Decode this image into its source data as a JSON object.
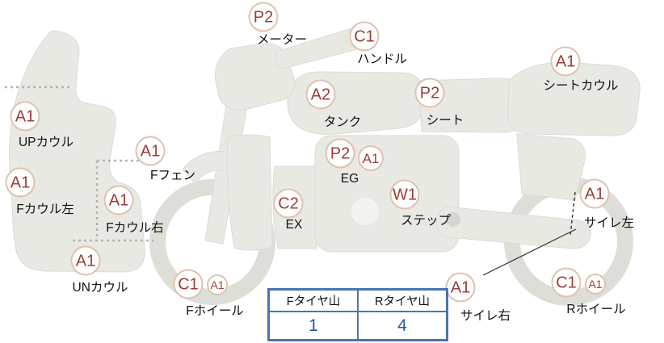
{
  "colors": {
    "code_text": "#9e3c34",
    "circle_border": "#e0c1af",
    "table_border": "#4a74b0",
    "value_text": "#2257a5",
    "body_fill": "#e9e9e4"
  },
  "labels": [
    {
      "part": "meter",
      "codes": [
        "P2"
      ],
      "name": "メーター"
    },
    {
      "part": "handle",
      "codes": [
        "C1"
      ],
      "name": "ハンドル"
    },
    {
      "part": "seat-cowl",
      "codes": [
        "A1"
      ],
      "name": "シートカウル"
    },
    {
      "part": "tank",
      "codes": [
        "A2"
      ],
      "name": "タンク"
    },
    {
      "part": "seat",
      "codes": [
        "P2"
      ],
      "name": "シート"
    },
    {
      "part": "up-cowl",
      "codes": [
        "A1"
      ],
      "name": "UPカウル"
    },
    {
      "part": "f-fender",
      "codes": [
        "A1"
      ],
      "name": "Fフェン"
    },
    {
      "part": "engine",
      "codes": [
        "P2",
        "A1"
      ],
      "name": "EG"
    },
    {
      "part": "f-cowl-left",
      "codes": [
        "A1"
      ],
      "name": "Fカウル左"
    },
    {
      "part": "f-cowl-right",
      "codes": [
        "A1"
      ],
      "name": "Fカウル右"
    },
    {
      "part": "exhaust",
      "codes": [
        "C2"
      ],
      "name": "EX"
    },
    {
      "part": "step",
      "codes": [
        "W1"
      ],
      "name": "ステップ"
    },
    {
      "part": "silencer-left",
      "codes": [
        "A1"
      ],
      "name": "サイレ左"
    },
    {
      "part": "un-cowl",
      "codes": [
        "A1"
      ],
      "name": "UNカウル"
    },
    {
      "part": "f-wheel",
      "codes": [
        "C1",
        "A1"
      ],
      "name": "Fホイール"
    },
    {
      "part": "silencer-right",
      "codes": [
        "A1"
      ],
      "name": "サイレ右"
    },
    {
      "part": "r-wheel",
      "codes": [
        "C1",
        "A1"
      ],
      "name": "Rホイール"
    }
  ],
  "tire_table": {
    "headers": [
      "Fタイヤ山",
      "Rタイヤ山"
    ],
    "values": [
      "1",
      "4"
    ]
  }
}
